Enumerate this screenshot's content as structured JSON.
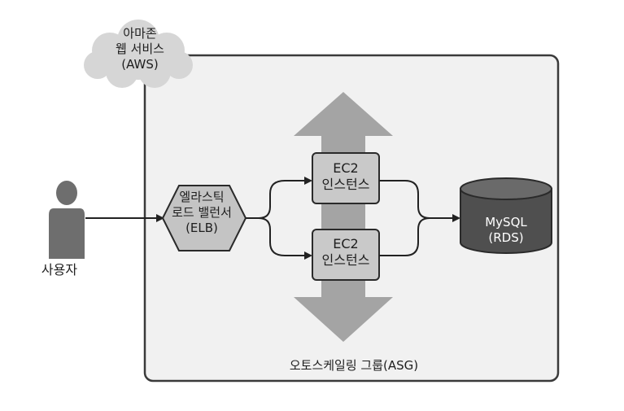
{
  "cloud": {
    "line1": "아마존",
    "line2": "웹 서비스",
    "line3": "(AWS)"
  },
  "user": {
    "label": "사용자"
  },
  "elb": {
    "line1": "엘라스틱",
    "line2": "로드 밸런서",
    "line3": "(ELB)"
  },
  "ec2_instances": [
    {
      "line1": "EC2",
      "line2": "인스턴스"
    },
    {
      "line1": "EC2",
      "line2": "인스턴스"
    }
  ],
  "database": {
    "line1": "MySQL",
    "line2": "(RDS)"
  },
  "asg": {
    "label": "오토스케일링 그룹(ASG)"
  }
}
